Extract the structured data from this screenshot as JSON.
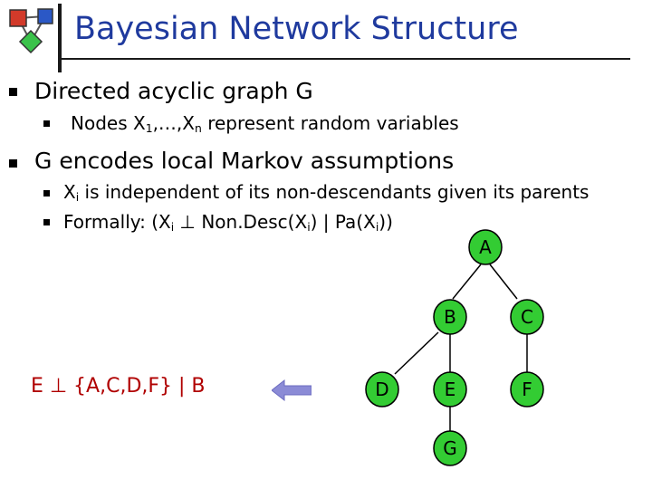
{
  "title": "Bayesian Network Structure",
  "bullets": {
    "b1": "Directed acyclic graph G",
    "b1_1": {
      "pre": "Nodes X",
      "sub1": "1",
      "mid": ",…,X",
      "sub2": "n",
      "post": " represent random variables"
    },
    "b2": "G encodes local Markov assumptions",
    "b2_1": {
      "pre": "X",
      "sub": "i",
      "post": " is independent of its non-descendants given its parents"
    },
    "b2_2": {
      "t1": "Formally: (X",
      "s1": "i",
      "t2": " ⊥ Non.Desc(X",
      "s2": "i",
      "t3": ") | Pa(X",
      "s3": "i",
      "t4": "))"
    }
  },
  "claim": "E ⊥ {A,C,D,F} | B",
  "graph": {
    "nodes": [
      "A",
      "B",
      "C",
      "D",
      "E",
      "F",
      "G"
    ],
    "node_fill": "#33cc33",
    "edges": [
      [
        "A",
        "B"
      ],
      [
        "A",
        "C"
      ],
      [
        "B",
        "D"
      ],
      [
        "B",
        "E"
      ],
      [
        "C",
        "F"
      ],
      [
        "E",
        "G"
      ]
    ]
  },
  "colors": {
    "title": "#1f3a9e",
    "claim": "#b00000",
    "arrow": "#8b8bd6",
    "node": "#33cc33"
  }
}
